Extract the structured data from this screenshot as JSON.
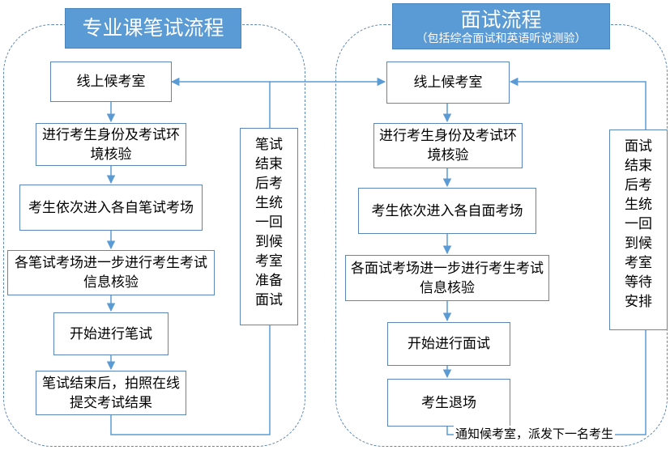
{
  "written": {
    "title": "专业课笔试流程",
    "steps": [
      "线上候考室",
      "进行考生身份及考试环境核验",
      "考生依次进入各自笔试考场",
      "各笔试考场进一步进行考生考试信息核验",
      "开始进行笔试",
      "笔试结束后，拍照在线提交考试结果"
    ],
    "return_note": [
      "笔",
      "试",
      "结",
      "束",
      "后",
      "考",
      "生",
      "统",
      "一",
      "回",
      "到",
      "候",
      "考",
      "室",
      "准",
      "备",
      "面",
      "试"
    ]
  },
  "interview": {
    "title": "面试流程",
    "subtitle": "（包括综合面试和英语听说测验）",
    "steps": [
      "线上候考室",
      "进行考生身份及考试环境核验",
      "考生依次进入各自面考场",
      "各面试考场进一步进行考生考试信息核验",
      "开始进行面试",
      "考生退场"
    ],
    "return_note": [
      "面",
      "试",
      "结",
      "束",
      "后",
      "考",
      "生",
      "统",
      "一",
      "回",
      "到",
      "候",
      "考",
      "室",
      "等",
      "待",
      "安",
      "排"
    ],
    "bottom_note": "通知候考室，派发下一名考生"
  },
  "colors": {
    "title_bg": "#5b9bd5",
    "border": "#5b86b8",
    "arrow": "#5b9bd5"
  }
}
